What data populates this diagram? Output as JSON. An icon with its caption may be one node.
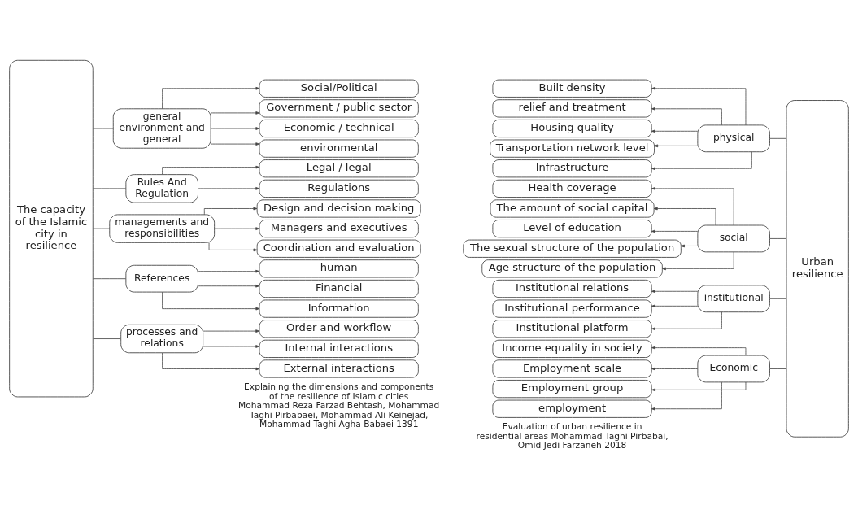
{
  "diagram": {
    "nodes": [
      {
        "text": [
          "The capacity of the Islamic city in resilience"
        ]
      },
      {
        "text": [
          "general environment and general"
        ]
      },
      {
        "text": [
          "Social/Political"
        ]
      },
      {
        "text": [
          "Government / public sector"
        ]
      },
      {
        "text": [
          "Economic / technical"
        ]
      },
      {
        "text": [
          "environmental"
        ]
      },
      {
        "text": [
          "Rules And Regulation"
        ]
      },
      {
        "text": [
          "Legal / legal"
        ]
      },
      {
        "text": [
          "Regulations"
        ]
      },
      {
        "text": [
          "managements and responsibilities"
        ]
      },
      {
        "text": [
          "Design and decision making"
        ]
      },
      {
        "text": [
          "Managers and executives"
        ]
      },
      {
        "text": [
          "Coordination and evaluation"
        ]
      },
      {
        "text": [
          "References"
        ]
      },
      {
        "text": [
          "human"
        ]
      },
      {
        "text": [
          "Financial"
        ]
      },
      {
        "text": [
          "Information"
        ]
      },
      {
        "text": [
          "processes and relations"
        ]
      },
      {
        "text": [
          "Order and workflow"
        ]
      },
      {
        "text": [
          "Internal interactions"
        ]
      },
      {
        "text": [
          "External interactions"
        ]
      },
      {
        "text": [
          "Urban resilience"
        ]
      },
      {
        "text": [
          "physical"
        ]
      },
      {
        "text": [
          "Built density"
        ]
      },
      {
        "text": [
          "relief and treatment"
        ]
      },
      {
        "text": [
          "Housing quality"
        ]
      },
      {
        "text": [
          "Transportation network level"
        ]
      },
      {
        "text": [
          "Infrastructure"
        ]
      },
      {
        "text": [
          "social"
        ]
      },
      {
        "text": [
          "Health coverage"
        ]
      },
      {
        "text": [
          "The amount of social capital"
        ]
      },
      {
        "text": [
          "Level of education"
        ]
      },
      {
        "text": [
          "The sexual structure of the population"
        ]
      },
      {
        "text": [
          "Age structure of the population"
        ]
      },
      {
        "text": [
          "institutional"
        ]
      },
      {
        "text": [
          "Institutional relations"
        ]
      },
      {
        "text": [
          "Institutional performance"
        ]
      },
      {
        "text": [
          "Institutional platform"
        ]
      },
      {
        "text": [
          "Economic"
        ]
      },
      {
        "text": [
          "Income equality in society"
        ]
      },
      {
        "text": [
          "Employment scale"
        ]
      },
      {
        "text": [
          "Employment group"
        ]
      },
      {
        "text": [
          "employment"
        ]
      }
    ],
    "edges": [
      {
        "from": 0,
        "to": 1,
        "arrow": "none"
      },
      {
        "from": 1,
        "to": 2,
        "arrow": "to"
      },
      {
        "from": 1,
        "to": 3,
        "arrow": "to"
      },
      {
        "from": 1,
        "to": 4,
        "arrow": "to"
      },
      {
        "from": 1,
        "to": 5,
        "arrow": "to"
      },
      {
        "from": 0,
        "to": 6,
        "arrow": "none"
      },
      {
        "from": 6,
        "to": 7,
        "arrow": "to"
      },
      {
        "from": 6,
        "to": 8,
        "arrow": "to"
      },
      {
        "from": 0,
        "to": 9,
        "arrow": "none"
      },
      {
        "from": 9,
        "to": 10,
        "arrow": "to"
      },
      {
        "from": 9,
        "to": 11,
        "arrow": "to"
      },
      {
        "from": 9,
        "to": 12,
        "arrow": "to"
      },
      {
        "from": 0,
        "to": 13,
        "arrow": "none"
      },
      {
        "from": 13,
        "to": 14,
        "arrow": "to"
      },
      {
        "from": 13,
        "to": 15,
        "arrow": "to"
      },
      {
        "from": 13,
        "to": 16,
        "arrow": "to"
      },
      {
        "from": 0,
        "to": 17,
        "arrow": "none"
      },
      {
        "from": 17,
        "to": 18,
        "arrow": "to"
      },
      {
        "from": 17,
        "to": 19,
        "arrow": "to"
      },
      {
        "from": 17,
        "to": 20,
        "arrow": "to"
      },
      {
        "from": 21,
        "to": 22,
        "arrow": "none"
      },
      {
        "from": 22,
        "to": 23,
        "arrow": "to"
      },
      {
        "from": 22,
        "to": 24,
        "arrow": "to"
      },
      {
        "from": 22,
        "to": 25,
        "arrow": "to"
      },
      {
        "from": 22,
        "to": 26,
        "arrow": "to"
      },
      {
        "from": 22,
        "to": 27,
        "arrow": "to"
      },
      {
        "from": 21,
        "to": 28,
        "arrow": "none"
      },
      {
        "from": 28,
        "to": 29,
        "arrow": "to"
      },
      {
        "from": 28,
        "to": 30,
        "arrow": "to"
      },
      {
        "from": 28,
        "to": 31,
        "arrow": "to"
      },
      {
        "from": 28,
        "to": 32,
        "arrow": "to"
      },
      {
        "from": 28,
        "to": 33,
        "arrow": "to"
      },
      {
        "from": 21,
        "to": 34,
        "arrow": "none"
      },
      {
        "from": 34,
        "to": 35,
        "arrow": "to"
      },
      {
        "from": 34,
        "to": 36,
        "arrow": "to"
      },
      {
        "from": 34,
        "to": 37,
        "arrow": "to"
      },
      {
        "from": 21,
        "to": 38,
        "arrow": "none"
      },
      {
        "from": 38,
        "to": 39,
        "arrow": "to"
      },
      {
        "from": 38,
        "to": 40,
        "arrow": "to"
      },
      {
        "from": 38,
        "to": 41,
        "arrow": "to"
      },
      {
        "from": 38,
        "to": 42,
        "arrow": "to"
      }
    ],
    "labels": [
      "Explaining the dimensions and components of the resilience of Islamic cities Mohammad Reza Farzad Behtash, Mohammad Taghi Pirbabaei, Mohammad Ali Keinejad, Mohammad Taghi Agha Babaei 1391",
      "Evaluation of urban resilience in residential areas Mohammad Taghi Pirbabai, Omid Jedi Farzaneh 2018"
    ]
  }
}
